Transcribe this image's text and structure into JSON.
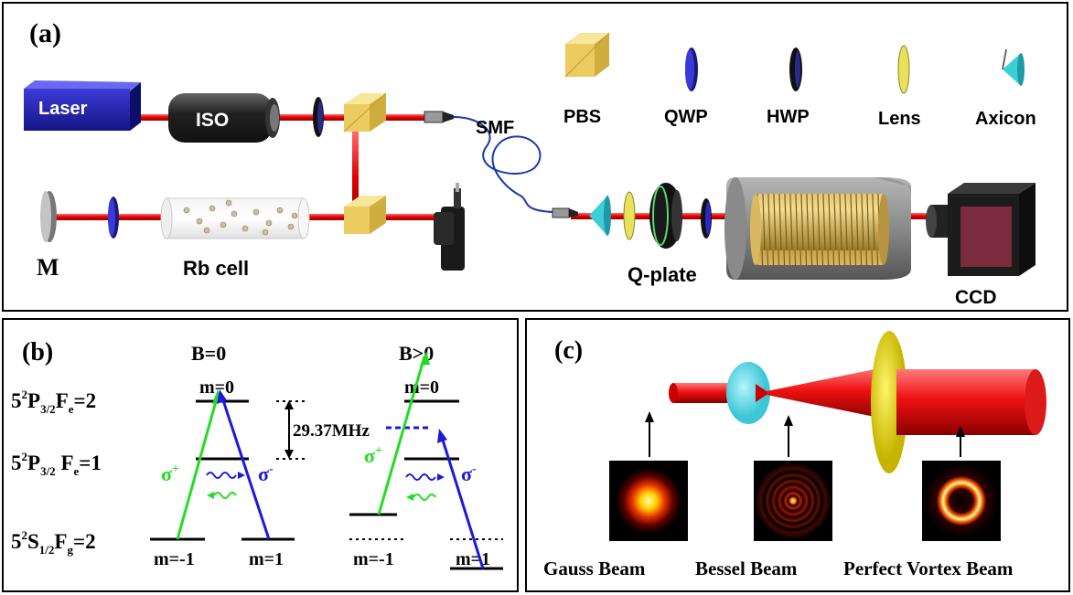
{
  "panel_a": {
    "label": "(a)",
    "laser": "Laser",
    "iso": "ISO",
    "smf": "SMF",
    "mirror": "M",
    "rb_cell": "Rb cell",
    "q_plate": "Q-plate",
    "ccd": "CCD",
    "legend": {
      "pbs": "PBS",
      "qwp": "QWP",
      "hwp": "HWP",
      "lens": "Lens",
      "axicon": "Axicon"
    }
  },
  "panel_b": {
    "label": "(b)",
    "b0": "B=0",
    "bpos": "B>0",
    "level_p_fe2": {
      "pre": "5",
      "sup": "2",
      "main": "P",
      "sub": "3/2",
      "mid": "F",
      "sub2": "e",
      "post": "=2"
    },
    "level_p_fe1": {
      "pre": "5",
      "sup": "2",
      "main": "P",
      "sub": "3/2",
      "mid": " F",
      "sub2": "e",
      "post": "=1"
    },
    "level_s_fg2": {
      "pre": "5",
      "sup": "2",
      "main": "S",
      "sub": "1/2",
      "mid": "F",
      "sub2": "g",
      "post": "=2"
    },
    "m0_left": "m=0",
    "m0_right": "m=0",
    "mm1_left": "m=-1",
    "mp1_left": "m=1",
    "mm1_right": "m=-1",
    "mp1_right": "m=1",
    "splitting": "29.37MHz",
    "sigma_plus": "σ",
    "sigma_minus": "σ",
    "plus": "+",
    "minus": "-",
    "colors": {
      "green": "#22dd22",
      "blue": "#1a1adc"
    }
  },
  "panel_c": {
    "label": "(c)",
    "gauss": "Gauss Beam",
    "bessel": "Bessel Beam",
    "vortex": "Perfect Vortex Beam"
  }
}
